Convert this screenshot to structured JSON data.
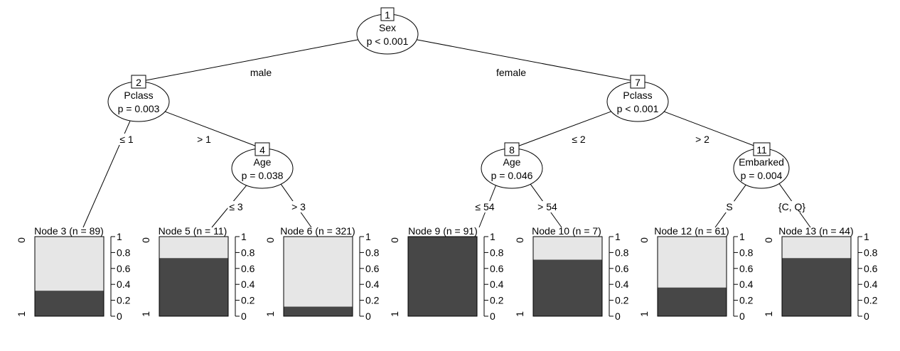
{
  "colors": {
    "class_0_fill": "#e6e6e6",
    "class_1_fill": "#474747",
    "stroke": "#000000",
    "background": "#ffffff"
  },
  "inner_nodes": [
    {
      "id": "1",
      "variable": "Sex",
      "pvalue": "p < 0.001"
    },
    {
      "id": "2",
      "variable": "Pclass",
      "pvalue": "p = 0.003"
    },
    {
      "id": "4",
      "variable": "Age",
      "pvalue": "p = 0.038"
    },
    {
      "id": "7",
      "variable": "Pclass",
      "pvalue": "p < 0.001"
    },
    {
      "id": "8",
      "variable": "Age",
      "pvalue": "p = 0.046"
    },
    {
      "id": "11",
      "variable": "Embarked",
      "pvalue": "p = 0.004"
    }
  ],
  "edges": [
    {
      "from": "1",
      "to": "2",
      "label": "male"
    },
    {
      "from": "1",
      "to": "7",
      "label": "female"
    },
    {
      "from": "2",
      "to": "3",
      "label": "≤ 1"
    },
    {
      "from": "2",
      "to": "4",
      "label": "> 1"
    },
    {
      "from": "4",
      "to": "5",
      "label": "≤ 3"
    },
    {
      "from": "4",
      "to": "6",
      "label": "> 3"
    },
    {
      "from": "7",
      "to": "8",
      "label": "≤ 2"
    },
    {
      "from": "7",
      "to": "11",
      "label": "> 2"
    },
    {
      "from": "8",
      "to": "9",
      "label": "≤ 54"
    },
    {
      "from": "8",
      "to": "10",
      "label": "> 54"
    },
    {
      "from": "11",
      "to": "12",
      "label": "S"
    },
    {
      "from": "11",
      "to": "13",
      "label": "{C, Q}"
    }
  ],
  "terminal_nodes": [
    {
      "id": "3",
      "title": "Node 3 (n = 89)",
      "class_1_fraction": 0.32
    },
    {
      "id": "5",
      "title": "Node 5 (n = 11)",
      "class_1_fraction": 0.73
    },
    {
      "id": "6",
      "title": "Node 6 (n = 321)",
      "class_1_fraction": 0.12
    },
    {
      "id": "9",
      "title": "Node 9 (n = 91)",
      "class_1_fraction": 1.0
    },
    {
      "id": "10",
      "title": "Node 10 (n = 7)",
      "class_1_fraction": 0.71
    },
    {
      "id": "12",
      "title": "Node 12 (n = 61)",
      "class_1_fraction": 0.36
    },
    {
      "id": "13",
      "title": "Node 13 (n = 44)",
      "class_1_fraction": 0.73
    }
  ],
  "bar_axis": {
    "ticks": [
      "0",
      "0.2",
      "0.4",
      "0.6",
      "0.8",
      "1"
    ],
    "class_top_label": "0",
    "class_bottom_label": "1"
  }
}
